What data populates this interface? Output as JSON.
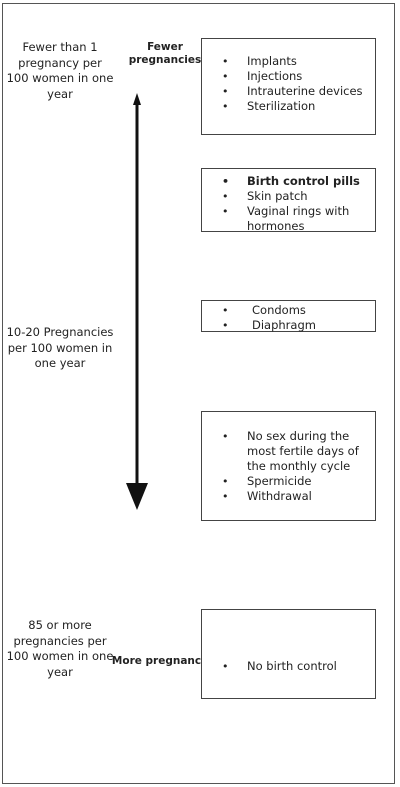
{
  "left_labels": {
    "top": "Fewer than 1 pregnancy per 100 women in one year",
    "middle": "10-20 Pregnancies per 100 women in one year",
    "bottom": "85 or more pregnancies per 100 women in one year"
  },
  "scale_labels": {
    "top": "Fewer pregnancies",
    "bottom": "More pregnancies"
  },
  "boxes": [
    {
      "items": [
        "Implants",
        "Injections",
        "Intrauterine devices",
        "Sterilization"
      ]
    },
    {
      "items": [
        "Birth control pills",
        "Skin patch",
        "Vaginal rings with hormones"
      ]
    },
    {
      "items": [
        "Condoms",
        "Diaphragm"
      ]
    },
    {
      "items": [
        "No sex during the most fertile days of the monthly cycle",
        "Spermicide",
        "Withdrawal"
      ]
    },
    {
      "items": [
        "No birth control"
      ]
    }
  ],
  "colors": {
    "arrow": "#111111",
    "border": "#444444",
    "text": "#222222"
  }
}
